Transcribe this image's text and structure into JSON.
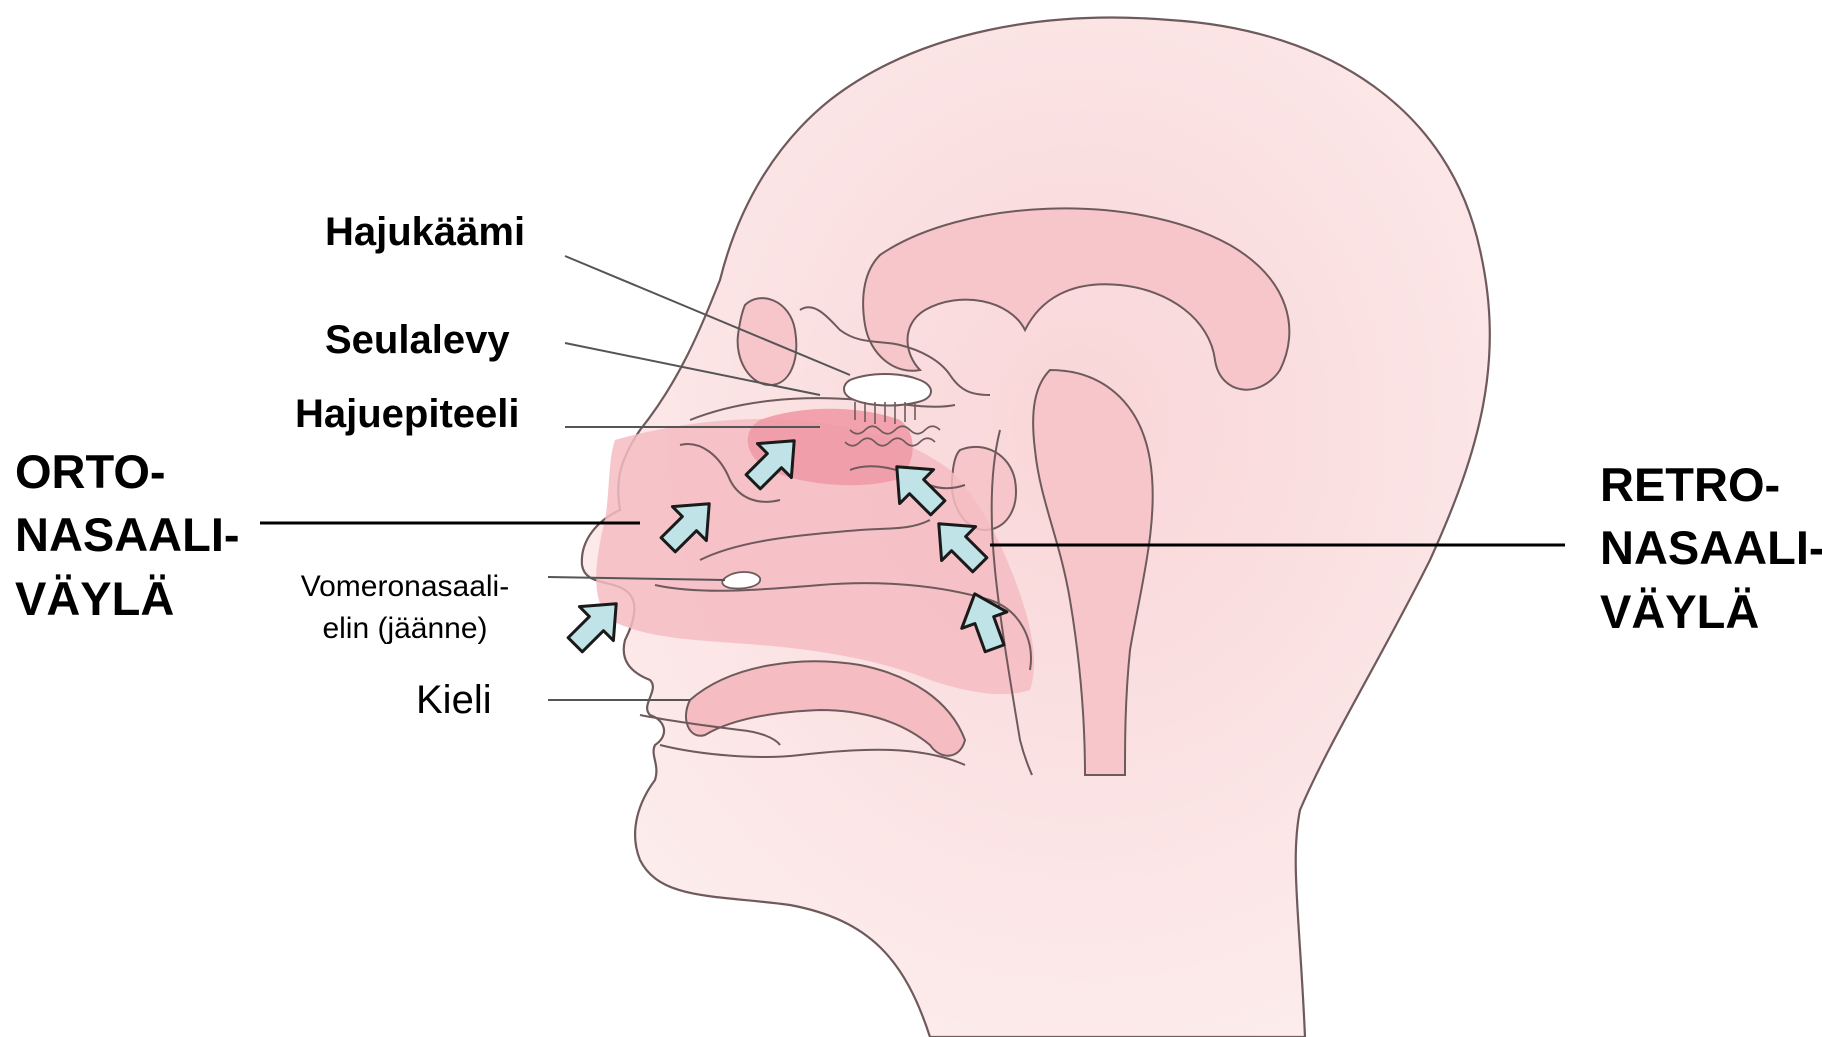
{
  "labels": {
    "olfactory_bulb": "Hajukäämi",
    "cribriform_plate": "Seulalevy",
    "olfactory_epithelium": "Hajuepiteeli",
    "vomeronasal_line1": "Vomeronasaali-",
    "vomeronasal_line2": "elin (jäänne)",
    "tongue": "Kieli"
  },
  "pathways": {
    "orthonasal": [
      "ORTO-",
      "NASAALI-",
      "VÄYLÄ"
    ],
    "retronasal": [
      "RETRO-",
      "NASAALI-",
      "VÄYLÄ"
    ]
  },
  "colors": {
    "skin": "#fbe3e3",
    "skin_deep": "#f7cccf",
    "cavity": "#f5b9bf",
    "epithelium": "#ef9ba6",
    "outline": "#6e5a5c",
    "arrow_fill": "#bfe3e6",
    "arrow_stroke": "#1a1a1a"
  },
  "arrows": [
    {
      "name": "nostril-arrow",
      "role": "orthonasal"
    },
    {
      "name": "nasal-arrow-1",
      "role": "orthonasal"
    },
    {
      "name": "nasal-arrow-2",
      "role": "orthonasal"
    },
    {
      "name": "throat-arrow-1",
      "role": "retronasal"
    },
    {
      "name": "throat-arrow-2",
      "role": "retronasal"
    },
    {
      "name": "throat-arrow-3",
      "role": "retronasal"
    }
  ]
}
